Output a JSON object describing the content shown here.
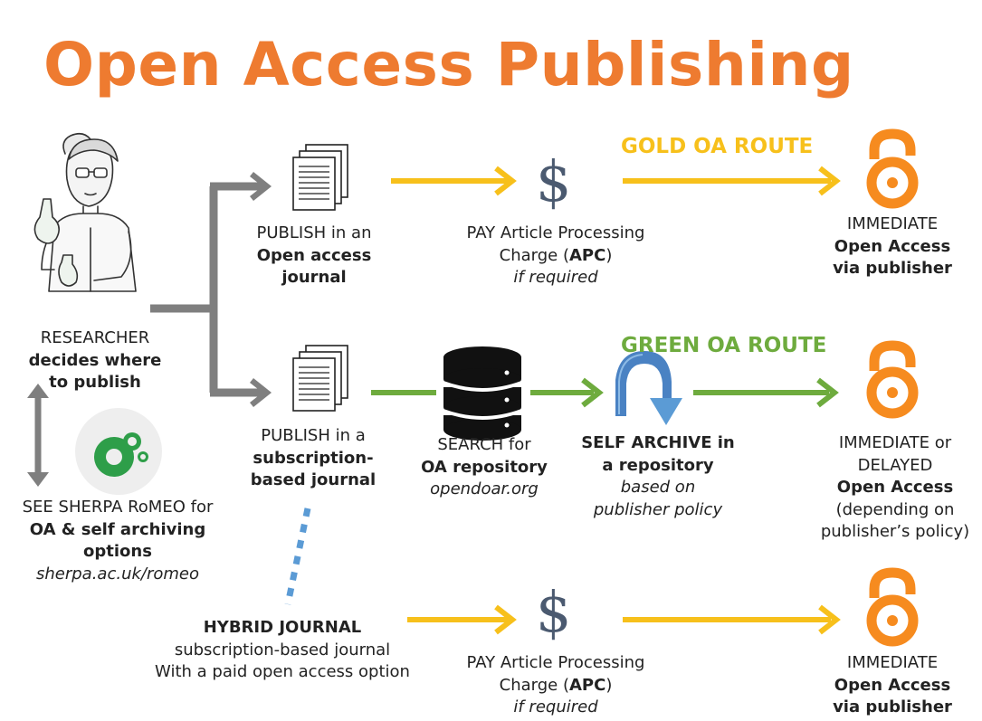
{
  "title": "Open Access Publishing",
  "routes": {
    "gold": "GOLD OA ROUTE",
    "green": "GREEN OA ROUTE"
  },
  "researcher": {
    "line1": "RESEARCHER",
    "line2": "decides where",
    "line3": "to publish"
  },
  "sherpa": {
    "line1": "SEE SHERPA RoMEO for",
    "line2": "OA & self archiving",
    "line3": "options",
    "url": "sherpa.ac.uk/romeo"
  },
  "oa_journal": {
    "line1": "PUBLISH in an",
    "line2": "Open access",
    "line3": "journal"
  },
  "sub_journal": {
    "line1": "PUBLISH in a",
    "line2": "subscription-",
    "line3": "based journal"
  },
  "hybrid": {
    "line1": "HYBRID JOURNAL",
    "line2": "subscription-based journal",
    "line3": "With a paid open access option"
  },
  "apc_top": {
    "symbol": "$",
    "line1": "PAY Article Processing",
    "line2_pre": "Charge (",
    "line2_bold": "APC",
    "line2_post": ")",
    "line3": "if required"
  },
  "apc_bottom": {
    "symbol": "$",
    "line1": "PAY Article Processing",
    "line2_pre": "Charge (",
    "line2_bold": "APC",
    "line2_post": ")",
    "line3": "if required"
  },
  "repo_search": {
    "line1": "SEARCH for",
    "line2": "OA repository",
    "line3": "opendoar.org"
  },
  "self_archive": {
    "line1": "SELF ARCHIVE in",
    "line2": "a repository",
    "line3": "based on",
    "line4": "publisher policy"
  },
  "oa_top": {
    "line1": "IMMEDIATE",
    "line2": "Open Access",
    "line3": "via publisher"
  },
  "oa_mid": {
    "line1": "IMMEDIATE or",
    "line2": "DELAYED",
    "line3": "Open Access",
    "line4": "(depending on",
    "line5": "publisher’s policy)"
  },
  "oa_bottom": {
    "line1": "IMMEDIATE",
    "line2": "Open Access",
    "line3": "via publisher"
  },
  "colors": {
    "orange": "#EE7B30",
    "gold": "#F7C01B",
    "green": "#6EAB3E",
    "gray": "#7F7F7F",
    "blue": "#5B9BD5",
    "dark": "#2B2B2B"
  }
}
